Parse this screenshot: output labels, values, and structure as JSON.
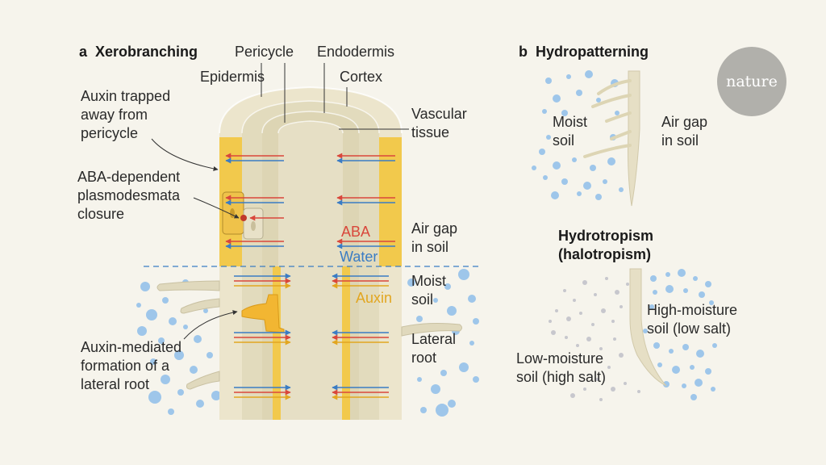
{
  "panel_a": {
    "letter": "a",
    "title": "Xerobranching",
    "labels": {
      "pericycle": "Pericycle",
      "endodermis": "Endodermis",
      "epidermis": "Epidermis",
      "cortex": "Cortex",
      "auxin_trapped": "Auxin trapped\naway from\npericycle",
      "vascular": "Vascular\ntissue",
      "aba_closure": "ABA-dependent\nplasmodesmata\nclosure",
      "air_gap": "Air gap\nin soil",
      "aba": "ABA",
      "water": "Water",
      "moist_soil": "Moist\nsoil",
      "auxin": "Auxin",
      "lateral_root": "Lateral\nroot",
      "auxin_mediated": "Auxin-mediated\nformation of a\nlateral root"
    }
  },
  "panel_b": {
    "letter": "b",
    "title": "Hydropatterning",
    "labels": {
      "moist_soil": "Moist\nsoil",
      "air_gap": "Air gap\nin soil"
    },
    "hydrotropism_title": "Hydrotropism\n(halotropism)",
    "hydrotropism_labels": {
      "high_moisture": "High-moisture\nsoil (low salt)",
      "low_moisture": "Low-moisture\nsoil (high salt)"
    }
  },
  "brand": "nature",
  "colors": {
    "aba": "#d9473b",
    "water": "#3a7cc4",
    "auxin": "#e2a620",
    "auxin_band": "#f2c94c",
    "bubbles": "#9ec6ea",
    "salt": "#c7c7cd"
  }
}
